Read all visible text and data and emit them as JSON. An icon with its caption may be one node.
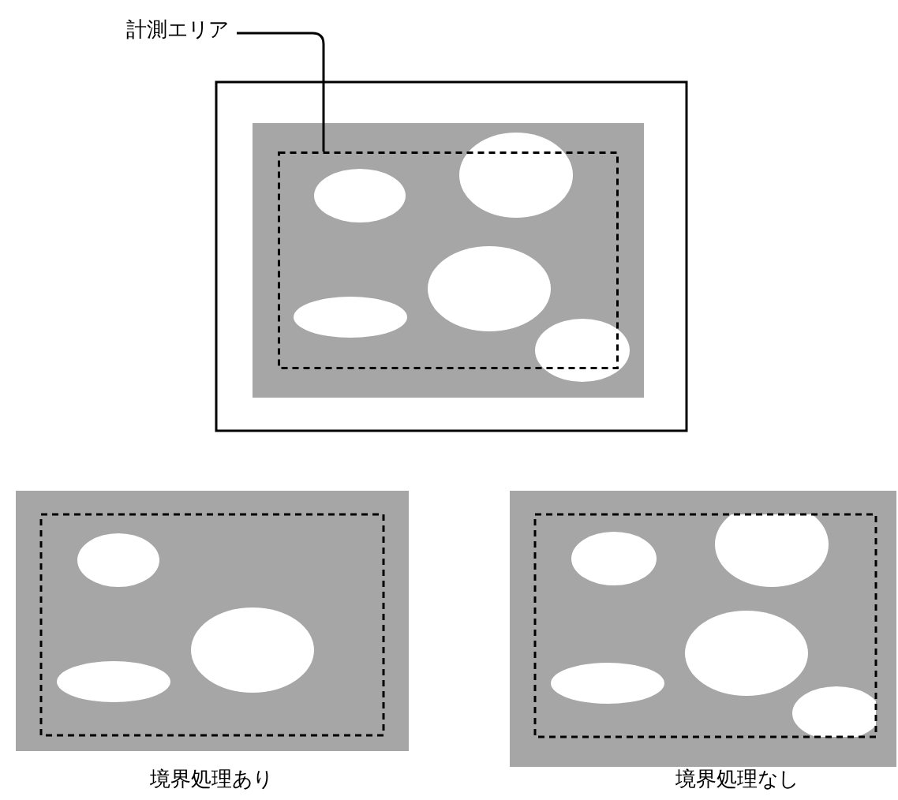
{
  "diagram": {
    "nodes": [
      {
        "text": [
          "計測エリア"
        ]
      },
      {
        "text": [],
        "shape": "box"
      }
    ],
    "edges": [
      {
        "from": 0,
        "to": 1,
        "arrow": "none"
      }
    ],
    "labels": [
      "境界処理あり",
      "境界処理なし"
    ]
  }
}
